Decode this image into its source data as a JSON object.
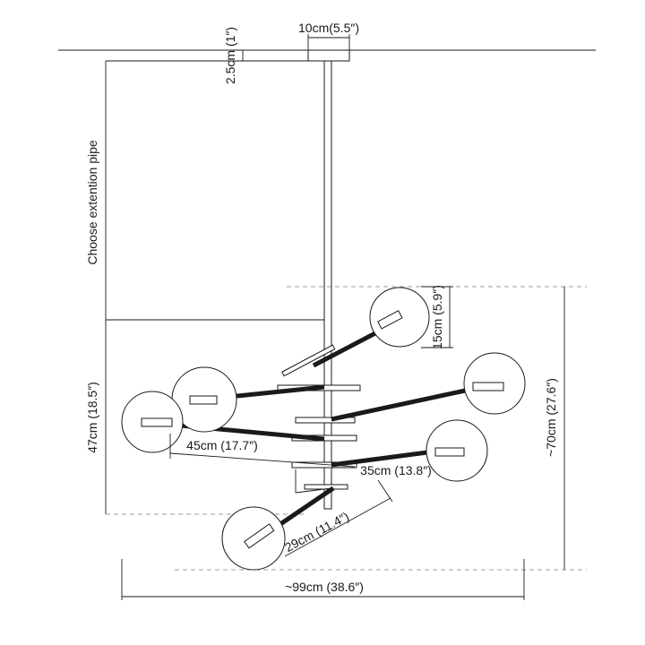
{
  "dimensions": {
    "canopy_width": "10cm(5.5″)",
    "canopy_height": "2.5cm (1″)",
    "extension_pipe": "Choose extention pipe",
    "globe_diameter": "15cm (5.9″)",
    "overall_height": "~70cm (27.6″)",
    "arm_span_height": "47cm (18.5″)",
    "long_arm": "45cm (17.7″)",
    "mid_arm": "35cm (13.8″)",
    "short_arm": "29cm (11.4″)",
    "overall_width": "~99cm (38.6″)"
  }
}
